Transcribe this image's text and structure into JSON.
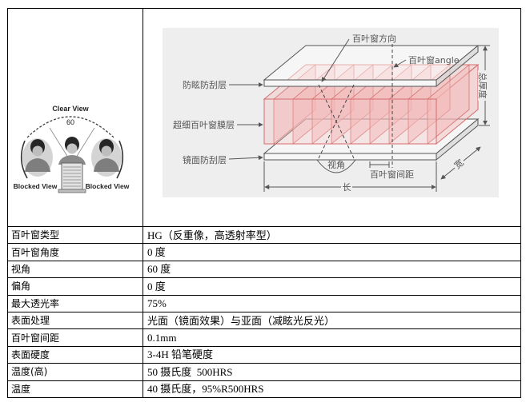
{
  "illustration": {
    "clear_view": "Clear View",
    "angle": "60",
    "blocked_left": "Blocked View",
    "blocked_right": "Blocked View"
  },
  "diagram": {
    "louver_direction": "百叶窗方向",
    "louver_angle": "百叶窗angle",
    "top_layer": "防眩防刮层",
    "louver_layer": "超细百叶窗膜层",
    "bottom_layer": "镜面防刮层",
    "view_angle": "视角",
    "louver_pitch": "百叶窗间距",
    "length": "长",
    "width": "宽",
    "total_thickness": "总厚度",
    "colors": {
      "louver": "#f3b8b8",
      "louver_edge": "#d66b6b",
      "panel": "#eeeeee"
    }
  },
  "specs": [
    {
      "label": "百叶窗类型",
      "value": "HG（反重像，高透射率型）"
    },
    {
      "label": "百叶窗角度",
      "value": "0 度"
    },
    {
      "label": "视角",
      "value": "60 度"
    },
    {
      "label": "偏角",
      "value": "0 度"
    },
    {
      "label": "最大透光率",
      "value": "75%"
    },
    {
      "label": "表面处理",
      "value": "光面（镜面效果）与亚面（减眩光反光）"
    },
    {
      "label": "百叶窗间距",
      "value": "0.1mm"
    },
    {
      "label": "表面硬度",
      "value": "3-4H 铅笔硬度"
    },
    {
      "label": "温度(高)",
      "value": "50 摄氏度  500HRS"
    },
    {
      "label": "温度",
      "value": "40 摄氏度，95%R500HRS"
    }
  ]
}
